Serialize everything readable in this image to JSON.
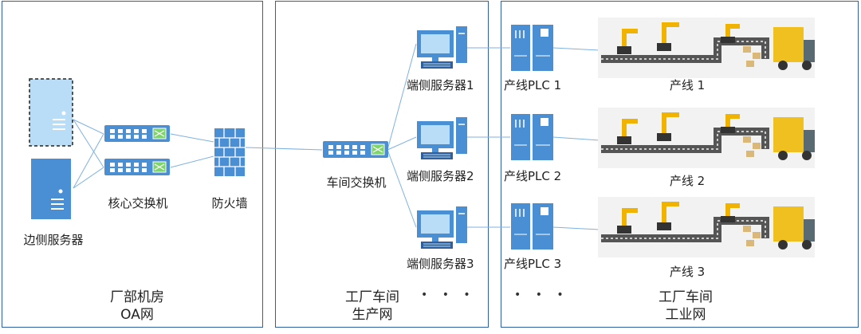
{
  "panels": {
    "oa": {
      "title_line1": "厂部机房",
      "title_line2": "OA网"
    },
    "production": {
      "title_line1": "工厂车间",
      "title_line2": "生产网"
    },
    "industrial": {
      "title_line1": "工厂车间",
      "title_line2": "工业网"
    }
  },
  "labels": {
    "edge_server": "边侧服务器",
    "core_switch": "核心交换机",
    "firewall": "防火墙",
    "workshop_switch": "车间交换机",
    "end_servers": [
      "端侧服务器1",
      "端侧服务器2",
      "端侧服务器3"
    ],
    "plcs": [
      "产线PLC 1",
      "产线PLC 2",
      "产线PLC 3"
    ],
    "lines": [
      "产线 1",
      "产线 2",
      "产线 3"
    ]
  },
  "ellipsis": "• • •",
  "colors": {
    "panel_border": "#2f5f9e",
    "device_blue": "#4a8fd4",
    "device_light": "#b9dcf7",
    "wire": "#7fb2e0"
  }
}
